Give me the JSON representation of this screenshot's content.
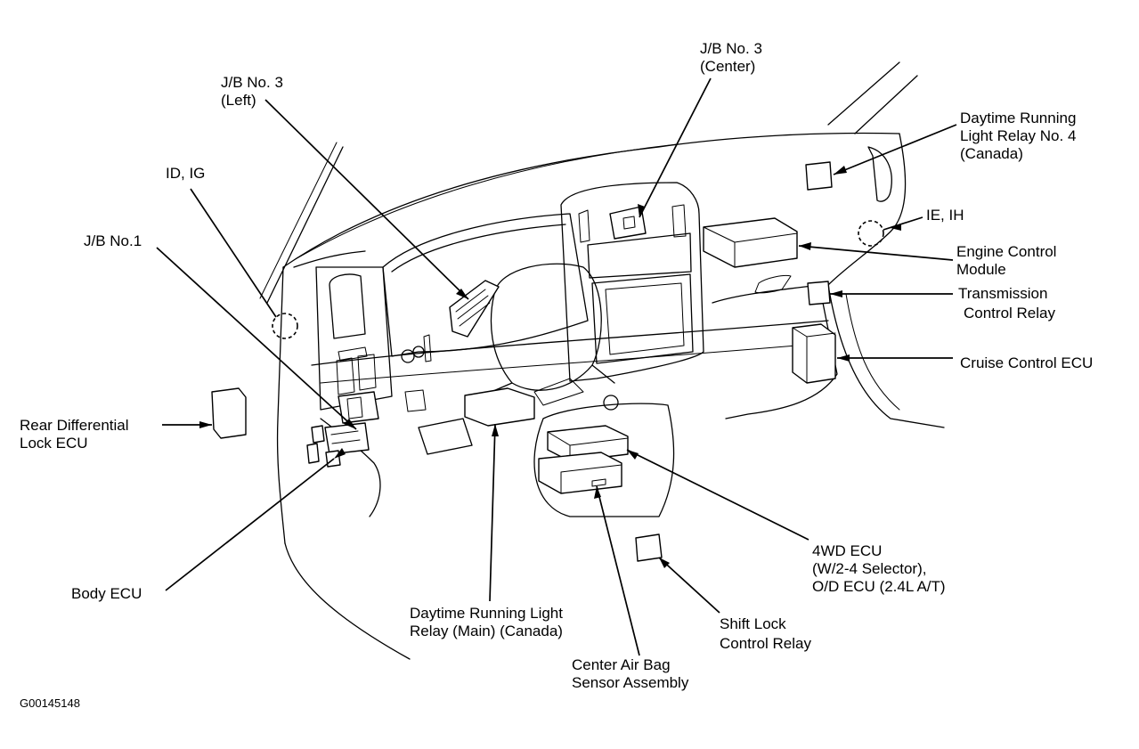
{
  "callouts": [
    {
      "id": "jb3-left",
      "lines": [
        "J/B No. 3",
        "(Left)"
      ]
    },
    {
      "id": "jb3-center",
      "lines": [
        "J/B No. 3",
        "(Center)"
      ]
    },
    {
      "id": "drl-relay-4",
      "lines": [
        "Daytime Running",
        "Light Relay No. 4",
        "(Canada)"
      ]
    },
    {
      "id": "id-ig",
      "lines": [
        "ID, IG"
      ]
    },
    {
      "id": "ie-ih",
      "lines": [
        "IE, IH"
      ]
    },
    {
      "id": "jb1",
      "lines": [
        "J/B No.1"
      ]
    },
    {
      "id": "ecm",
      "lines": [
        "Engine Control",
        "Module"
      ]
    },
    {
      "id": "trans-relay",
      "lines": [
        "Transmission",
        "Control  Relay"
      ]
    },
    {
      "id": "cruise-ecu",
      "lines": [
        "Cruise Control ECU"
      ]
    },
    {
      "id": "rear-diff-ecu",
      "lines": [
        "Rear Differential",
        "Lock ECU"
      ]
    },
    {
      "id": "body-ecu",
      "lines": [
        "Body ECU"
      ]
    },
    {
      "id": "drl-main",
      "lines": [
        "Daytime Running Light",
        "Relay (Main) (Canada)"
      ]
    },
    {
      "id": "airbag-sensor",
      "lines": [
        "Center Air Bag",
        "Sensor Assembly"
      ]
    },
    {
      "id": "4wd-ecu",
      "lines": [
        "4WD ECU",
        "(W/2-4 Selector),",
        "O/D ECU (2.4L A/T)"
      ]
    },
    {
      "id": "shift-lock-relay",
      "lines": [
        "Shift Lock",
        "Control  Relay"
      ]
    }
  ],
  "figure_code": "G00145148"
}
